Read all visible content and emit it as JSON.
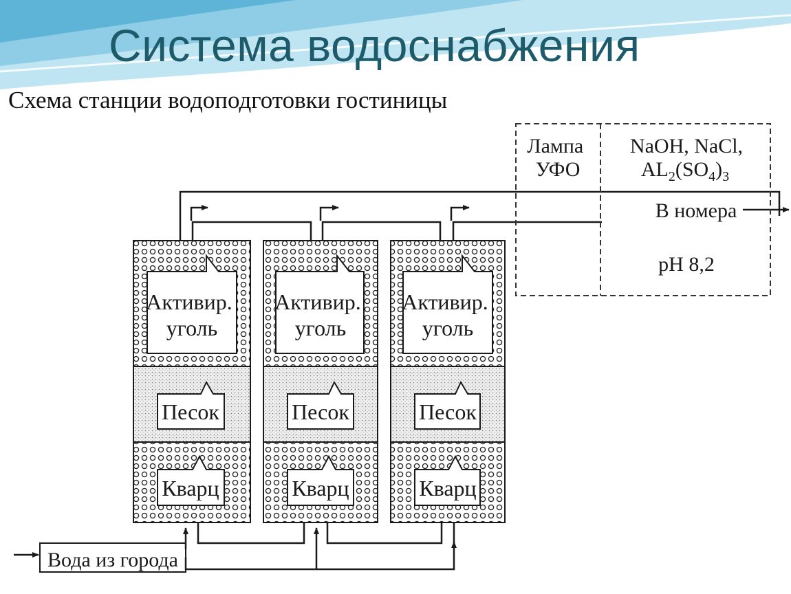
{
  "slide": {
    "title": "Система водоснабжения",
    "subtitle": "Схема станции водоподготовки гостиницы"
  },
  "colors": {
    "title": "#1d5b6b",
    "wave_light": "#bfe4f2",
    "wave_mid": "#8fcde6",
    "wave_dark": "#5db4d6",
    "line": "#1a1a1a"
  },
  "diagram": {
    "filters": [
      {
        "layers": {
          "carbon": "Активир.\nуголь",
          "sand": "Песок",
          "quartz": "Кварц"
        }
      },
      {
        "layers": {
          "carbon": "Активир.\nуголь",
          "sand": "Песок",
          "quartz": "Кварц"
        }
      },
      {
        "layers": {
          "carbon": "Активир.\nуголь",
          "sand": "Песок",
          "quartz": "Кварц"
        }
      }
    ],
    "treatment": {
      "lamp": "Лампа\nУФО",
      "reagents_line1": "NaOH, NaCl,",
      "reagents_line2": "AL2(SO4)3",
      "ph": "pH 8,2"
    },
    "inlet_label": "Вода из города",
    "outlet_label": "В номера"
  }
}
